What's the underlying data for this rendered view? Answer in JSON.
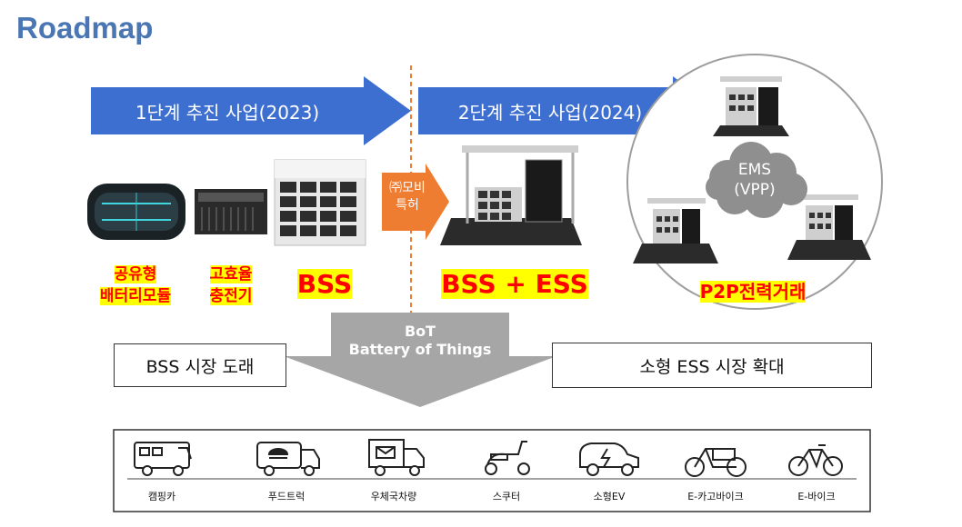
{
  "title": "Roadmap",
  "phases": {
    "phase1": "1단계 추진 사업(2023)",
    "phase2": "2단계 추진 사업(2024)"
  },
  "products": {
    "battery_module": [
      "공유형",
      "배터리모듈"
    ],
    "charger": [
      "고효율",
      "충전기"
    ],
    "bss": "BSS",
    "bss_ess": "BSS + ESS",
    "p2p": "P2P전력거래"
  },
  "patent_arrow": [
    "㈜모비",
    "특허"
  ],
  "ems": [
    "EMS",
    "(VPP)"
  ],
  "bot": {
    "line1": "BoT",
    "line2": "Battery of Things"
  },
  "market_left": "BSS 시장 도래",
  "market_right": "소형 ESS 시장 확대",
  "applications": [
    {
      "label": "캠핑카",
      "icon": "camper-van-icon"
    },
    {
      "label": "푸드트럭",
      "icon": "food-truck-icon"
    },
    {
      "label": "우체국차량",
      "icon": "postal-truck-icon"
    },
    {
      "label": "스쿠터",
      "icon": "scooter-icon"
    },
    {
      "label": "소형EV",
      "icon": "small-ev-icon"
    },
    {
      "label": "E-카고바이크",
      "icon": "cargo-bike-icon"
    },
    {
      "label": "E-바이크",
      "icon": "e-bike-icon"
    }
  ],
  "colors": {
    "title": "#4a76b4",
    "phase_arrow": "#3d6fd0",
    "patent_arrow": "#ee7d31",
    "label_red": "#ff0000",
    "highlight": "#ffff00",
    "bot_arrow": "#a6a6a6",
    "divider": "#ee7d31"
  }
}
